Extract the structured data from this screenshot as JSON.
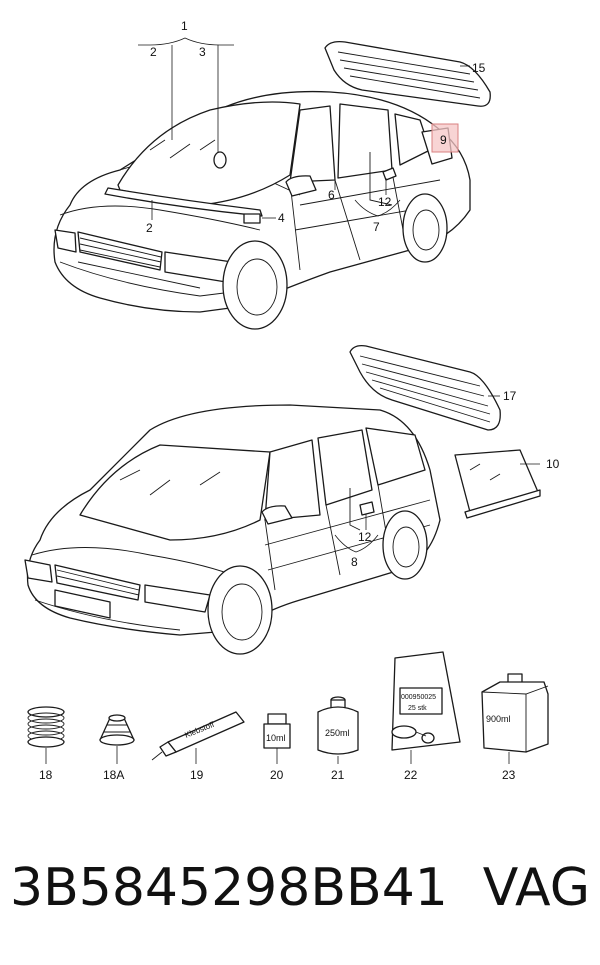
{
  "callouts": {
    "c1": "1",
    "c2a": "2",
    "c3": "3",
    "c2b": "2",
    "c4": "4",
    "c6": "6",
    "c12a": "12",
    "c7": "7",
    "c9": "9",
    "c15": "15",
    "c17": "17",
    "c10": "10",
    "c12b": "12",
    "c8": "8",
    "c18": "18",
    "c18a": "18A",
    "c19": "19",
    "c20": "20",
    "c21": "21",
    "c22": "22",
    "c23": "23"
  },
  "product_labels": {
    "tube": "Klebstoff",
    "bottle_small": "10ml",
    "can": "250ml",
    "bag_line1": "000950025",
    "bag_line2": "25 stk",
    "canister": "900ml"
  },
  "caption": {
    "part_number": "3B5845298BB41",
    "brand": "VAG"
  },
  "colors": {
    "highlight": "#f6c6c6",
    "highlight_border": "#d98080"
  }
}
